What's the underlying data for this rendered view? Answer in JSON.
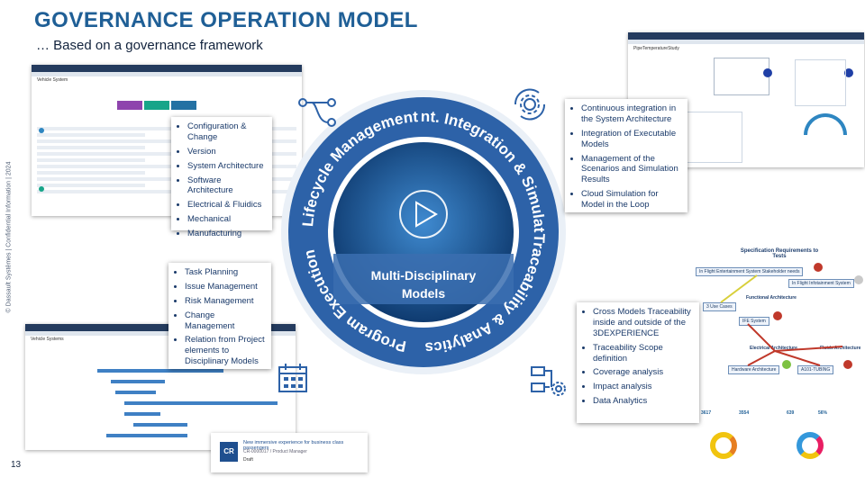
{
  "slide": {
    "title": "GOVERNANCE OPERATION MODEL",
    "subtitle": "… Based on a governance framework",
    "side_note": "© Dassault Systèmes | Confidential Information | 2024",
    "page_number": "13"
  },
  "wheel": {
    "center_label_line1": "Multi-Disciplinary",
    "center_label_line2": "Models",
    "ring_labels": {
      "lifecycle": "Lifecycle Management",
      "integration": "Cont. Integration & Simulation",
      "traceability": "Traceability & Analytics",
      "execution": "Program Execution"
    },
    "colors": {
      "ring": "#2d62a8",
      "ring_dark": "#1f4f8f",
      "core": "#1a4f87",
      "band": "#3b6fb0"
    }
  },
  "callouts": {
    "lifecycle": [
      "Configuration & Change",
      "Version",
      "System Architecture",
      "Software Architecture",
      "Electrical & Fluidics",
      "Mechanical",
      "Manufacturing"
    ],
    "integration": [
      "Continuous integration in the System Architecture",
      "Integration of Executable Models",
      "Management of the Scenarios and Simulation Results",
      "Cloud Simulation for Model in the Loop"
    ],
    "execution": [
      "Task Planning",
      "Issue Management",
      "Risk Management",
      "Change Management",
      "Relation from Project elements to Disciplinary Models"
    ],
    "traceability": [
      "Cross Models Traceability inside and outside of the 3DEXPERIENCE",
      "Traceability Scope definition",
      "Coverage analysis",
      "Impact analysis",
      "Data Analytics"
    ]
  },
  "icons": {
    "lifecycle": "branch-flow-icon",
    "integration": "gear-cycle-icon",
    "execution": "calendar-icon",
    "traceability": "process-gear-icon",
    "center": "play-icon"
  },
  "screens": {
    "lifecycle_title": "Vehicle System",
    "simulation_title": "PipeTemperatureStudy",
    "project_title": "Vehicle Systems",
    "trace_graph": {
      "heading": "Specification Requirements to Tests",
      "nodes": [
        "In Flight Entertainment System Stakeholder needs",
        "In Flight Infotainment System",
        "3 Use Cases",
        "IFE System",
        "Functional Architecture",
        "Electrical Architecture",
        "Hardware Architecture",
        "Fluids Architecture",
        "A101-TUBING"
      ],
      "stats": [
        "3617",
        "3554",
        "639",
        "56%"
      ]
    },
    "change_card": {
      "title": "New immersive experience for business class passengers",
      "subtitle": "CR-0000017 / Product Manager",
      "status": "Draft",
      "badge": "CR"
    }
  }
}
